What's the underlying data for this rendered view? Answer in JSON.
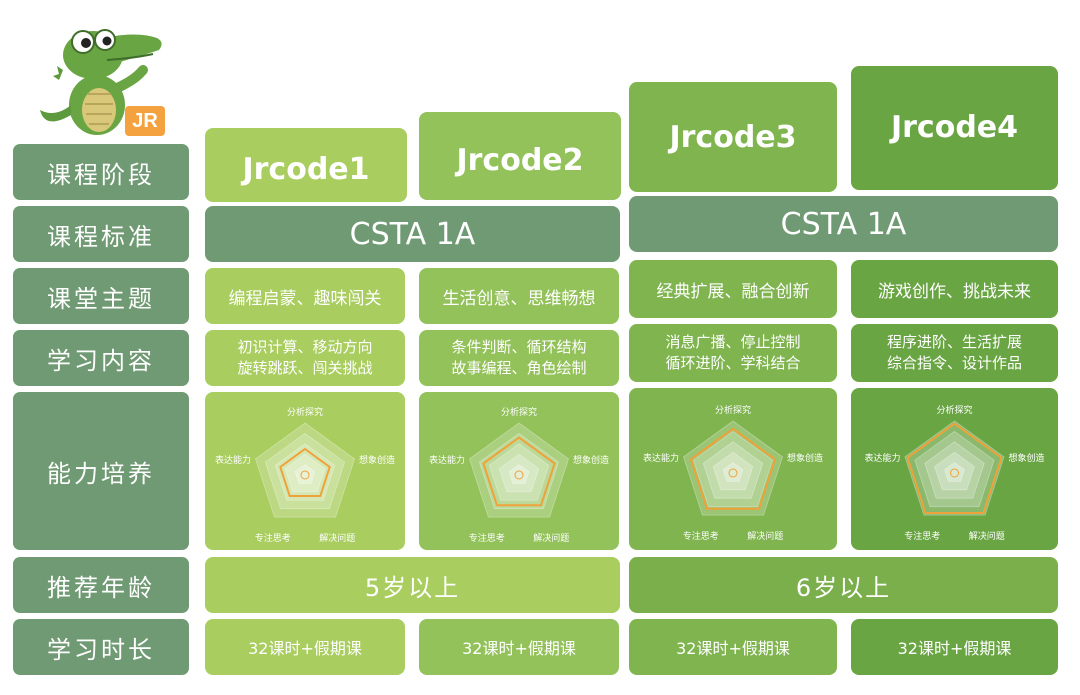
{
  "logo": {
    "badge_text": "JR"
  },
  "row_labels": [
    "课程阶段",
    "课程标准",
    "课堂主题",
    "学习内容",
    "能力培养",
    "推荐年龄",
    "学习时长"
  ],
  "stages": [
    "Jrcode1",
    "Jrcode2",
    "Jrcode3",
    "Jrcode4"
  ],
  "standards": [
    "CSTA 1A",
    "CSTA 1A"
  ],
  "themes": [
    "编程启蒙、趣味闯关",
    "生活创意、思维畅想",
    "经典扩展、融合创新",
    "游戏创作、挑战未来"
  ],
  "contents": [
    [
      "初识计算、移动方向",
      "旋转跳跃、闯关挑战"
    ],
    [
      "条件判断、循环结构",
      "故事编程、角色绘制"
    ],
    [
      "消息广播、停止控制",
      "循环进阶、学科结合"
    ],
    [
      "程序进阶、生活扩展",
      "综合指令、设计作品"
    ]
  ],
  "abilities": {
    "axes": [
      "分析探究",
      "想象创造",
      "解决问题",
      "专注思考",
      "表达能力"
    ],
    "levels": [
      0.5,
      0.72,
      0.85,
      0.95
    ],
    "accent_color": "#f0a23a"
  },
  "ages": [
    "5岁以上",
    "6岁以上"
  ],
  "hours": [
    "32课时+假期课",
    "32课时+假期课",
    "32课时+假期课",
    "32课时+假期课"
  ],
  "colors": {
    "label_bg": "#6f9a73",
    "col1": "#a9cd5f",
    "col2": "#93c25a",
    "col3": "#7fb44f",
    "col4": "#6aa544",
    "logo_badge": "#f3a23f"
  }
}
